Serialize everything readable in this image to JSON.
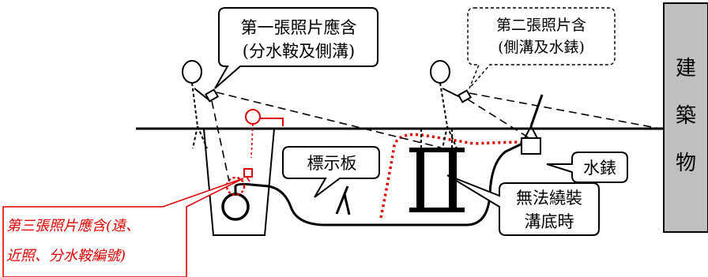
{
  "callouts": {
    "photo1_line1": "第一張照片應含",
    "photo1_line2": "(分水鞍及側溝)",
    "photo2_line1": "第二張照片含",
    "photo2_line2": "(側溝及水錶)",
    "photo3_line1": "第三張照片應含(遠、",
    "photo3_line2": "近照、分水鞍編號)",
    "sign_board": "標示板",
    "water_meter": "水錶",
    "no_bypass_line1": "無法繞裝",
    "no_bypass_line2": "溝底時"
  },
  "building": {
    "label_1": "建",
    "label_2": "築",
    "label_3": "物"
  },
  "colors": {
    "ink": "#000000",
    "highlight": "#e00000",
    "building_fill": "#bfbfbf"
  }
}
